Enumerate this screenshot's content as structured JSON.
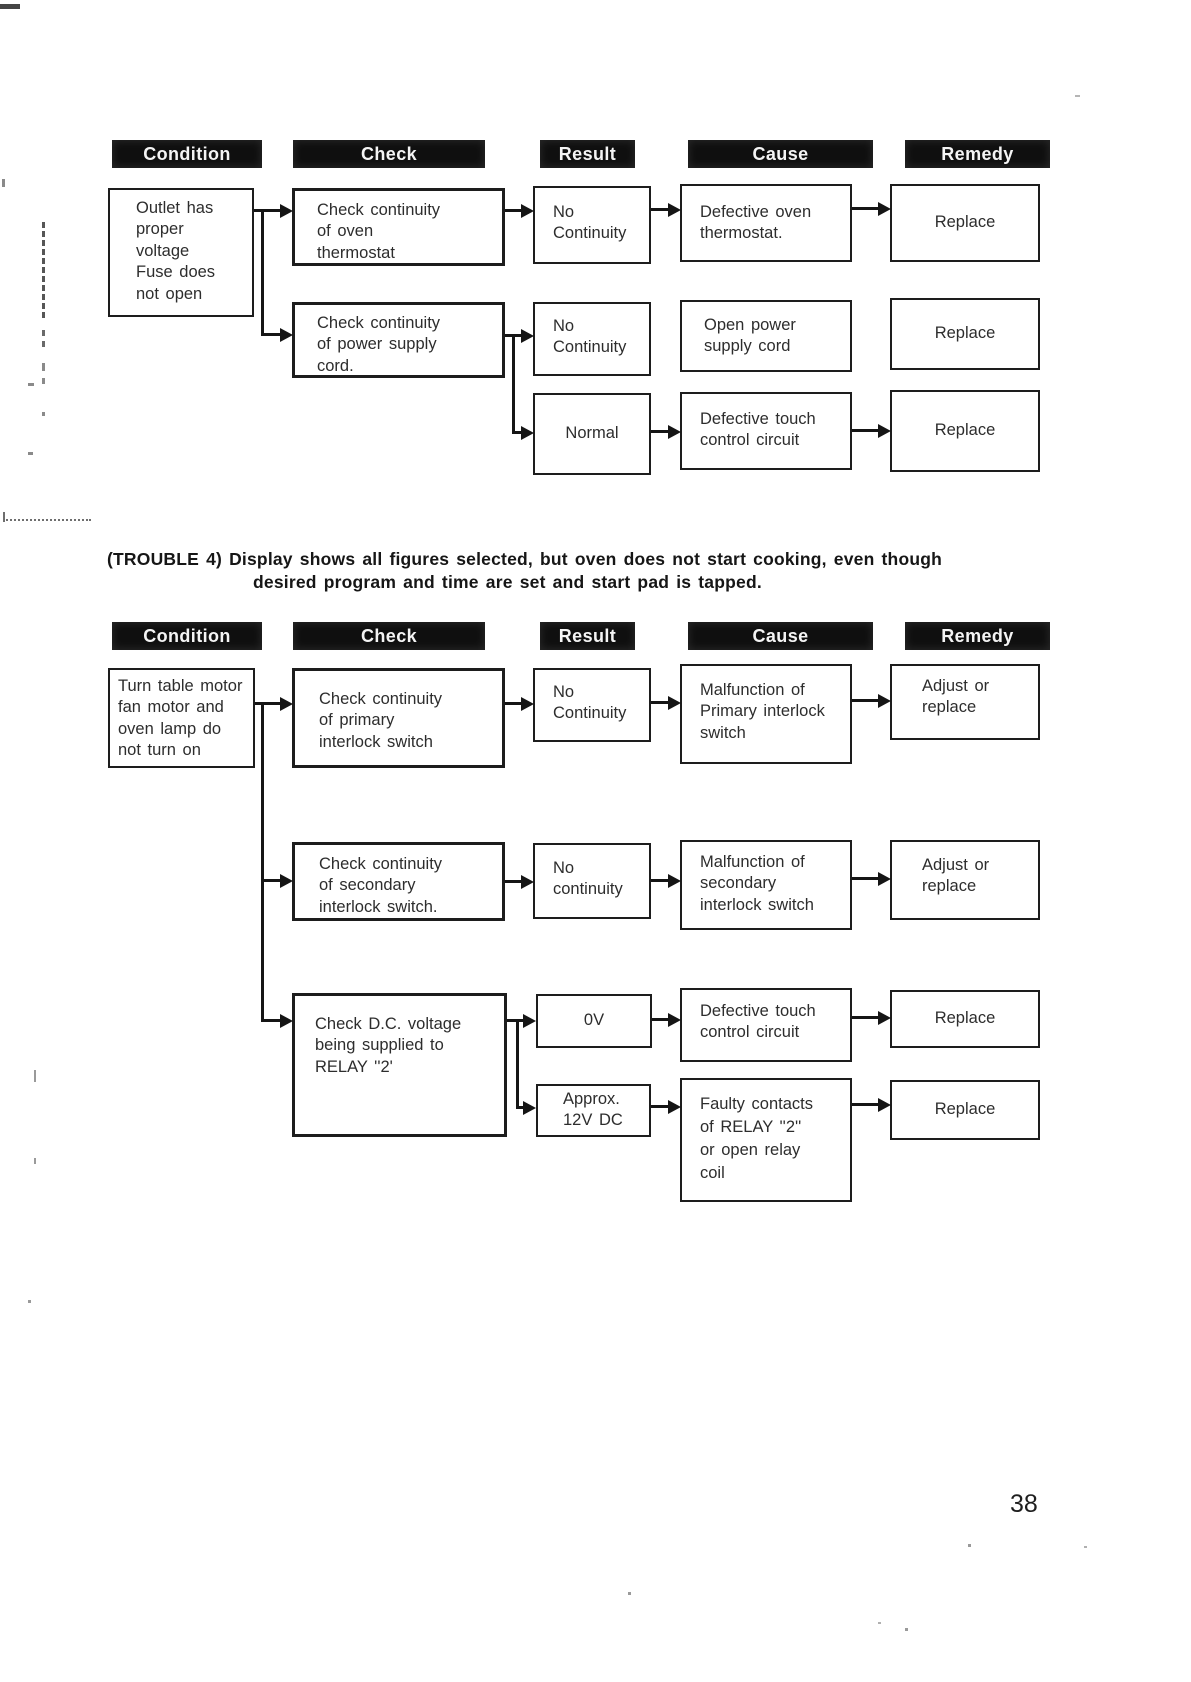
{
  "page": {
    "number": "38"
  },
  "column_headers": {
    "condition": "Condition",
    "check": "Check",
    "result": "Result",
    "cause": "Cause",
    "remedy": "Remedy"
  },
  "trouble4_heading": {
    "label": "(TROUBLE 4)",
    "text_line1": "Display shows all figures selected, but oven does not start cooking, even though",
    "text_line2": "desired program and time are set and start pad is tapped."
  },
  "flowchart1": {
    "condition": "Outlet has\nproper\nvoltage\nFuse does\nnot open",
    "check1": "Check continuity\nof oven\nthermostat",
    "result1": "No\nContinuity",
    "cause1": "Defective oven\nthermostat.",
    "remedy1": "Replace",
    "check2": "Check continuity\nof power supply\ncord.",
    "result2": "No\nContinuity",
    "cause2": "Open power\nsupply cord",
    "remedy2": "Replace",
    "result3": "Normal",
    "cause3": "Defective touch\ncontrol circuit",
    "remedy3": "Replace"
  },
  "flowchart2": {
    "condition": "Turn table motor\nfan motor and\noven lamp do\nnot turn on",
    "check1": "Check continuity\nof primary\ninterlock switch",
    "result1": "No\nContinuity",
    "cause1": "Malfunction of\nPrimary interlock\nswitch",
    "remedy1": "Adjust or\nreplace",
    "check2": "Check continuity\nof secondary\ninterlock switch.",
    "result2": "No\ncontinuity",
    "cause2": "Malfunction of\nsecondary\ninterlock switch",
    "remedy2": "Adjust or\nreplace",
    "check3": "Check D.C. voltage\nbeing supplied to\nRELAY ''2'",
    "result3": "0V",
    "cause3": "Defective touch\ncontrol circuit",
    "remedy3": "Replace",
    "result4": "Approx.\n12V DC",
    "cause4": "Faulty contacts\nof RELAY ''2''\nor open relay\ncoil",
    "remedy4": "Replace"
  }
}
